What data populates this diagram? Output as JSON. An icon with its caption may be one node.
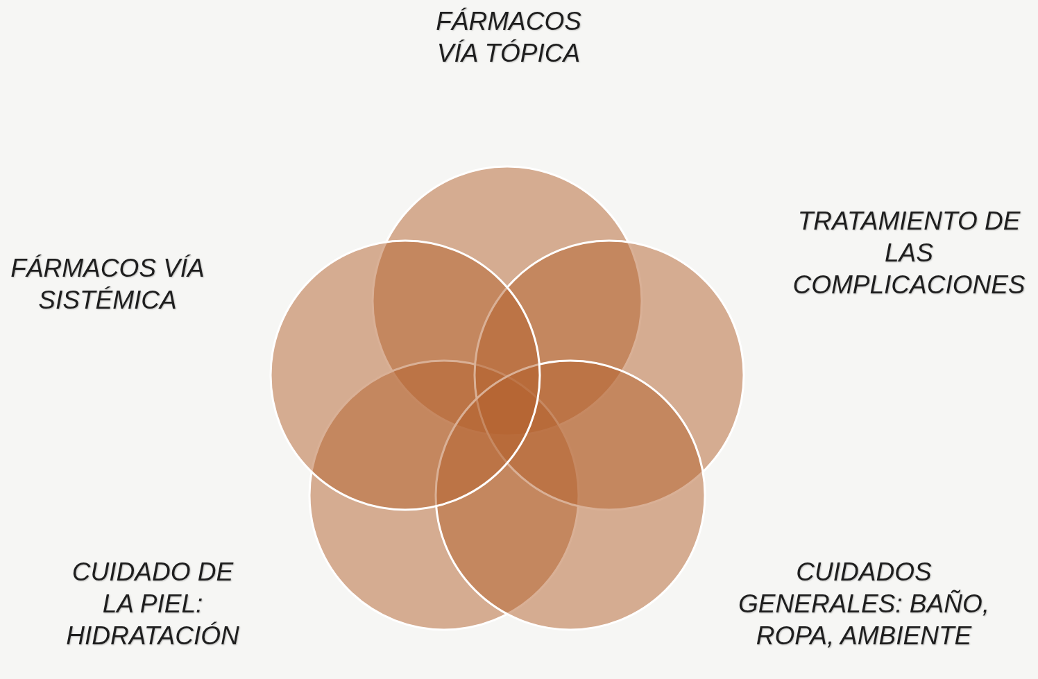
{
  "diagram": {
    "nodes": [
      {
        "text": [],
        "shape": "circle"
      },
      {
        "text": [],
        "shape": "circle"
      },
      {
        "text": [],
        "shape": "circle"
      },
      {
        "text": [],
        "shape": "circle"
      },
      {
        "text": [],
        "shape": "circle"
      }
    ],
    "labels": [
      "FÁRMACOS VÍA TÓPICA",
      "TRATAMIENTO DE LAS COMPLICACIONES",
      "FÁRMACOS VÍA SISTÉMICA",
      "CUIDADO DE LA PIEL: HIDRATACIÓN",
      "CUIDADOS GENERALES: BAÑO, ROPA, AMBIENTE"
    ]
  }
}
